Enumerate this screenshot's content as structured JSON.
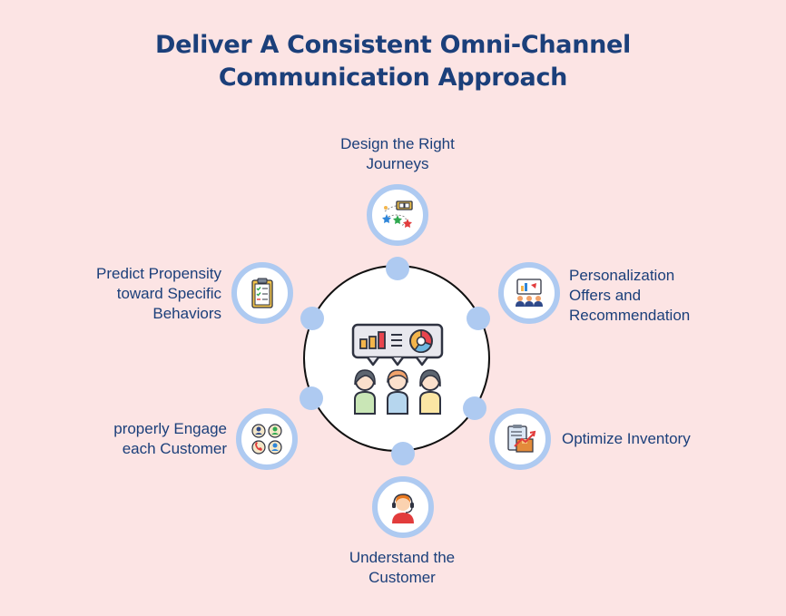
{
  "title": {
    "line1": "Deliver A Consistent Omni-Channel",
    "line2": "Communication Approach"
  },
  "nodes": [
    {
      "line1": "Design the Right",
      "line2": "Journeys",
      "icon": "journey-map-icon"
    },
    {
      "line1": "Personalization",
      "line2": "Offers and",
      "line3": "Recommendation",
      "icon": "audience-presentation-icon"
    },
    {
      "line1": "Optimize Inventory",
      "icon": "inventory-growth-icon"
    },
    {
      "line1": "Understand the",
      "line2": "Customer",
      "icon": "customer-support-icon"
    },
    {
      "line1": "properly Engage",
      "line2": "each Customer",
      "icon": "customer-network-icon"
    },
    {
      "line1": "Predict Propensity",
      "line2": "toward Specific",
      "line3": "Behaviors",
      "icon": "checklist-clipboard-icon"
    }
  ],
  "center": {
    "icon": "team-analytics-icon"
  },
  "colors": {
    "background": "#fce4e4",
    "title": "#1b3f7a",
    "accent": "#aecaf1"
  }
}
